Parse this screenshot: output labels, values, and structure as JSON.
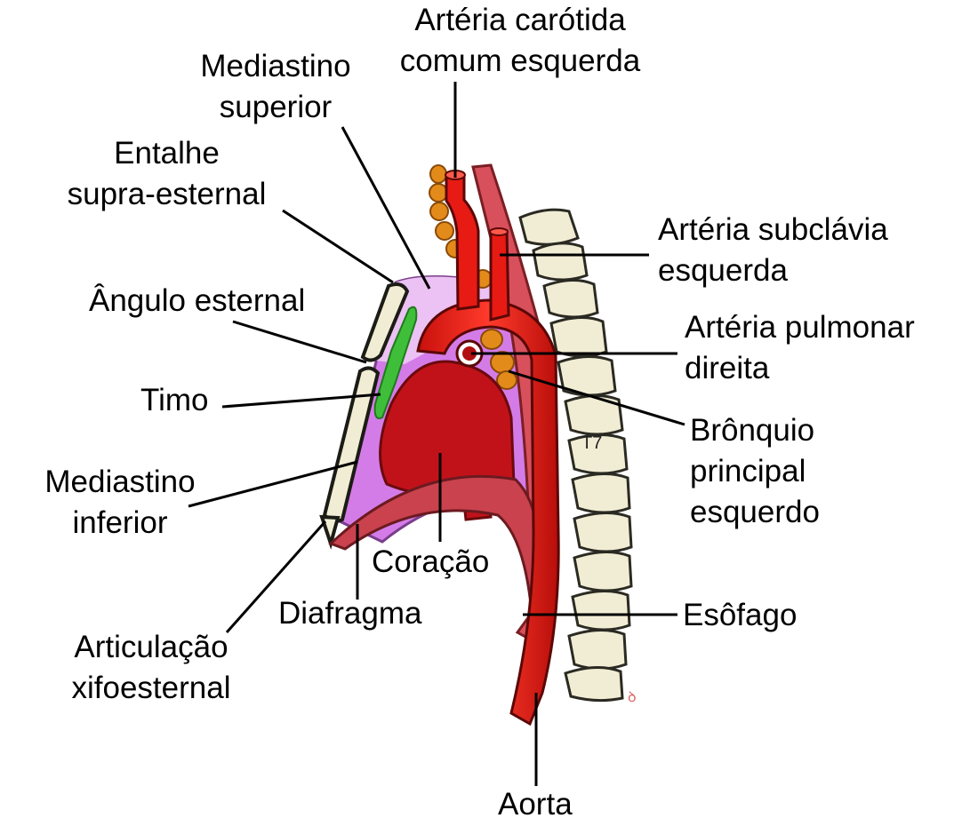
{
  "colors": {
    "artery": "#e81a14",
    "artery_dark": "#a30f0c",
    "heart": "#c1121a",
    "mediastinum": "#d37ce8",
    "mediastinum_light": "#ebc2f3",
    "bone": "#f1edd5",
    "thymus": "#3fbe3a",
    "bronchus": "#e38b1a",
    "muscle": "#d8505c"
  },
  "labels": {
    "carotid": [
      "Artéria carótida",
      "comum esquerda"
    ],
    "sup_mediastinum": [
      "Mediastino",
      "superior"
    ],
    "suprasternal": [
      "Entalhe",
      "supra-esternal"
    ],
    "sternal_angle": [
      "Ângulo esternal"
    ],
    "thymus": [
      "Timo"
    ],
    "inf_mediastinum": [
      "Mediastino",
      "inferior"
    ],
    "xiphisternal": [
      "Articulação",
      "xifoesternal"
    ],
    "diaphragm": [
      "Diafragma"
    ],
    "heart": [
      "Coração"
    ],
    "subclavian": [
      "Artéria subclávia",
      "esquerda"
    ],
    "pulmonary": [
      "Artéria pulmonar",
      "direita"
    ],
    "bronchus": [
      "Brônquio",
      "principal",
      "esquerdo"
    ],
    "esophagus": [
      "Esôfago"
    ],
    "aorta": [
      "Aorta"
    ],
    "vertebra": "T7"
  }
}
